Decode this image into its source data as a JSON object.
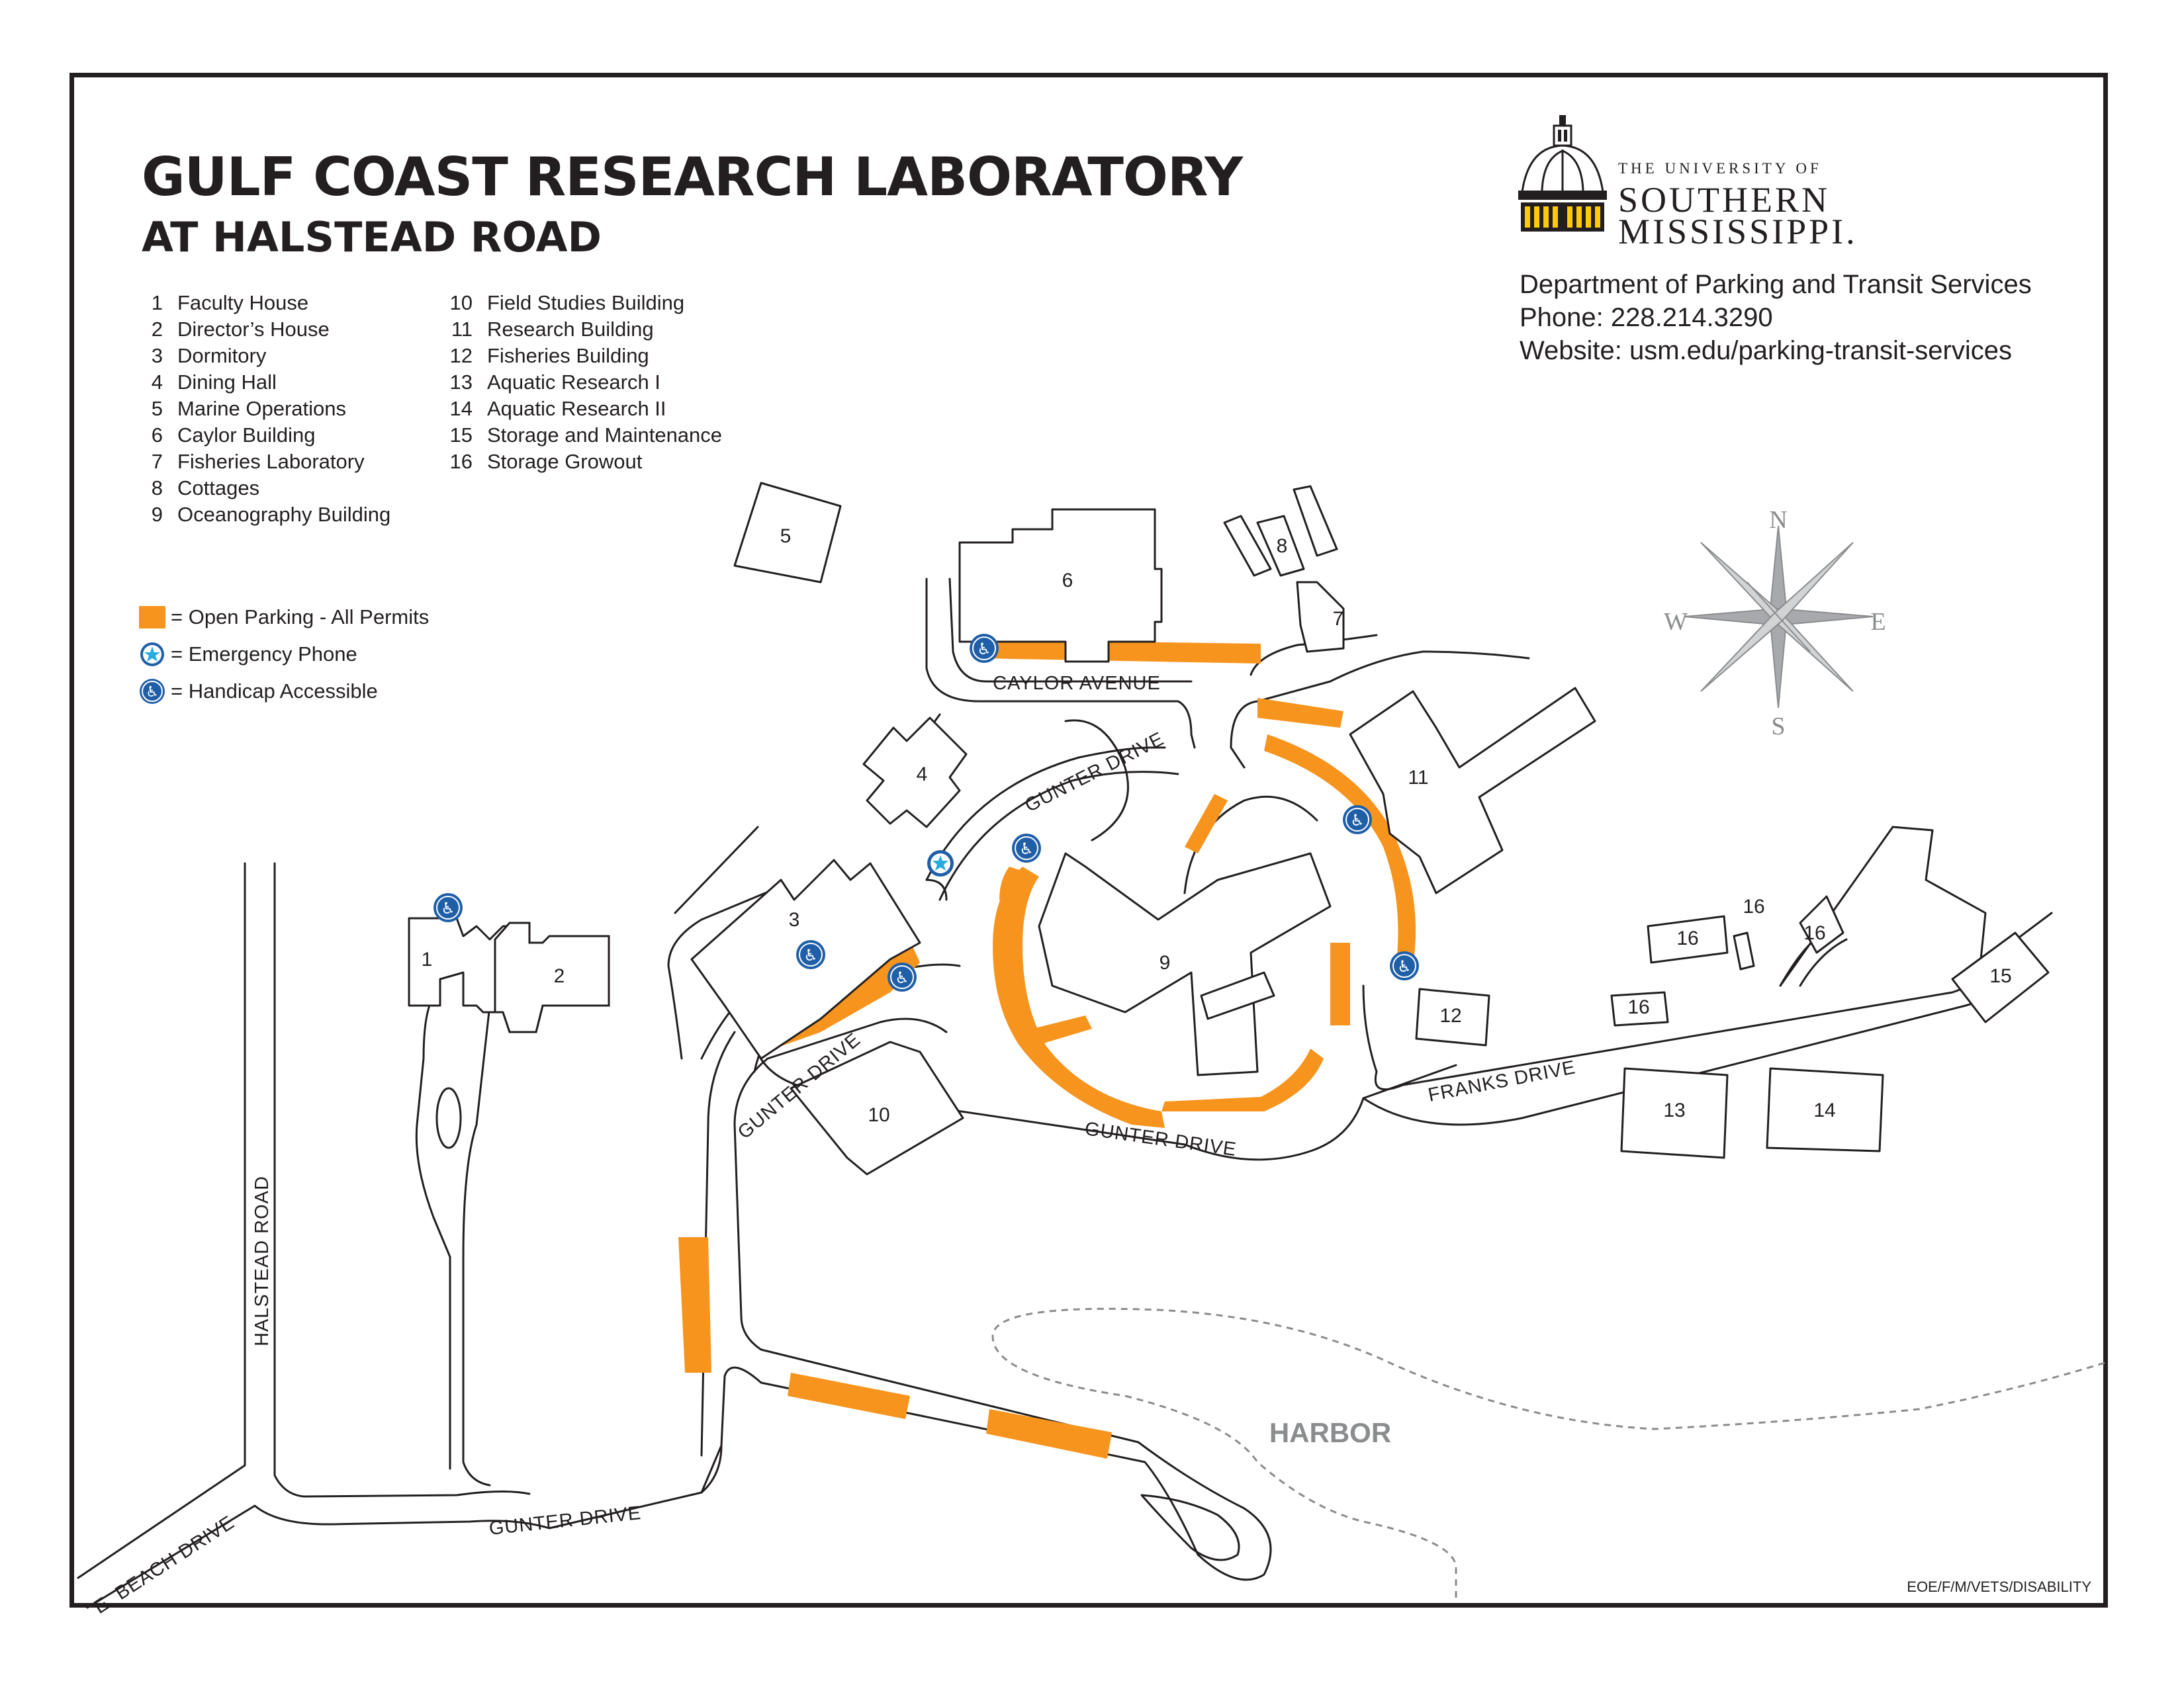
{
  "title": "GULF COAST RESEARCH LABORATORY",
  "subtitle": "AT HALSTEAD ROAD",
  "buildings_key": {
    "col1": [
      {
        "num": "1",
        "name": "Faculty House"
      },
      {
        "num": "2",
        "name": "Director’s House"
      },
      {
        "num": "3",
        "name": "Dormitory"
      },
      {
        "num": "4",
        "name": "Dining Hall"
      },
      {
        "num": "5",
        "name": "Marine Operations"
      },
      {
        "num": "6",
        "name": "Caylor Building"
      },
      {
        "num": "7",
        "name": "Fisheries Laboratory"
      },
      {
        "num": "8",
        "name": "Cottages"
      },
      {
        "num": "9",
        "name": "Oceanography Building"
      }
    ],
    "col2": [
      {
        "num": "10",
        "name": "Field Studies Building"
      },
      {
        "num": "11",
        "name": "Research Building"
      },
      {
        "num": "12",
        "name": "Fisheries Building"
      },
      {
        "num": "13",
        "name": "Aquatic Research I"
      },
      {
        "num": "14",
        "name": "Aquatic Research II"
      },
      {
        "num": "15",
        "name": "Storage and Maintenance"
      },
      {
        "num": "16",
        "name": "Storage Growout"
      }
    ]
  },
  "legend": {
    "parking": "= Open Parking - All Permits",
    "phone": "= Emergency Phone",
    "handicap": "= Handicap Accessible"
  },
  "logo": {
    "line1": "THE UNIVERSITY OF",
    "line2": "SOUTHERN",
    "line3": "MISSISSIPPI."
  },
  "contact": {
    "department": "Department of Parking and Transit Services",
    "phone": "Phone: 228.214.3290",
    "website": "Website: usm.edu/parking-transit-services"
  },
  "compass": {
    "n": "N",
    "s": "S",
    "e": "E",
    "w": "W"
  },
  "streets": {
    "caylor": "CAYLOR AVENUE",
    "gunter_top": "GUNTER DRIVE",
    "gunter_mid": "GUNTER DRIVE",
    "gunter_bottom_circle": "GUNTER DRIVE",
    "gunter_lower": "GUNTER DRIVE",
    "franks": "FRANKS DRIVE",
    "halstead": "HALSTEAD ROAD",
    "beach": "E. BEACH DRIVE"
  },
  "harbor": "HARBOR",
  "building_labels": {
    "b1": "1",
    "b2": "2",
    "b3": "3",
    "b4": "4",
    "b5": "5",
    "b6": "6",
    "b7": "7",
    "b8": "8",
    "b9": "9",
    "b10": "10",
    "b11": "11",
    "b12": "12",
    "b13": "13",
    "b14": "14",
    "b15": "15",
    "b16a": "16",
    "b16b": "16",
    "b16c": "16",
    "b16d": "16"
  },
  "colors": {
    "parking": "#f7941d",
    "accessible": "#1f5fa8",
    "phone": "#29abe2",
    "harbor": "#8a8c8e",
    "logo_gold": "#ffcb05"
  },
  "footer": "EOE/F/M/VETS/DISABILITY"
}
